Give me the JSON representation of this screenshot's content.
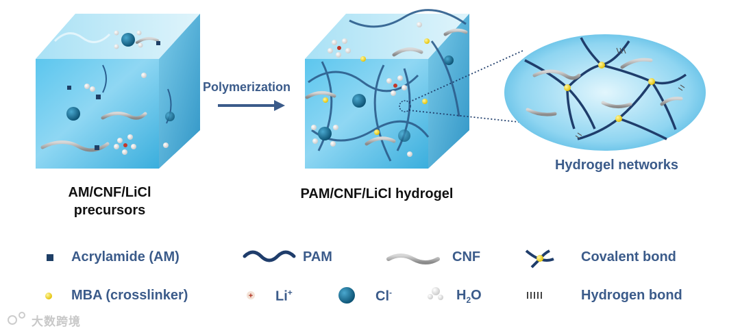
{
  "captions": {
    "precursor_line1": "AM/CNF/LiCl",
    "precursor_line2": "precursors",
    "hydrogel": "PAM/CNF/LiCl hydrogel",
    "network": "Hydrogel networks",
    "arrow": "Polymerization"
  },
  "legend": {
    "am": "Acrylamide (AM)",
    "pam": "PAM",
    "cnf": "CNF",
    "covalent": "Covalent bond",
    "mba": "MBA (crosslinker)",
    "li": "Li",
    "li_sup": "+",
    "cl": "Cl",
    "cl_sup": "-",
    "h2o_h": "H",
    "h2o_sub": "2",
    "h2o_o": "O",
    "hbond": "Hydrogen bond"
  },
  "watermark": "大数跨境",
  "colors": {
    "cube_front": "#49b7e3",
    "cube_side": "#3aa0cf",
    "cube_top": "#9fdcf2",
    "label_blue": "#3b5b8a",
    "pam_chain": "#1f3d6b",
    "cnf_gray": "#9a9a9a",
    "mba_yellow": "#f2d21b",
    "ion_dark": "#0f5f83"
  }
}
